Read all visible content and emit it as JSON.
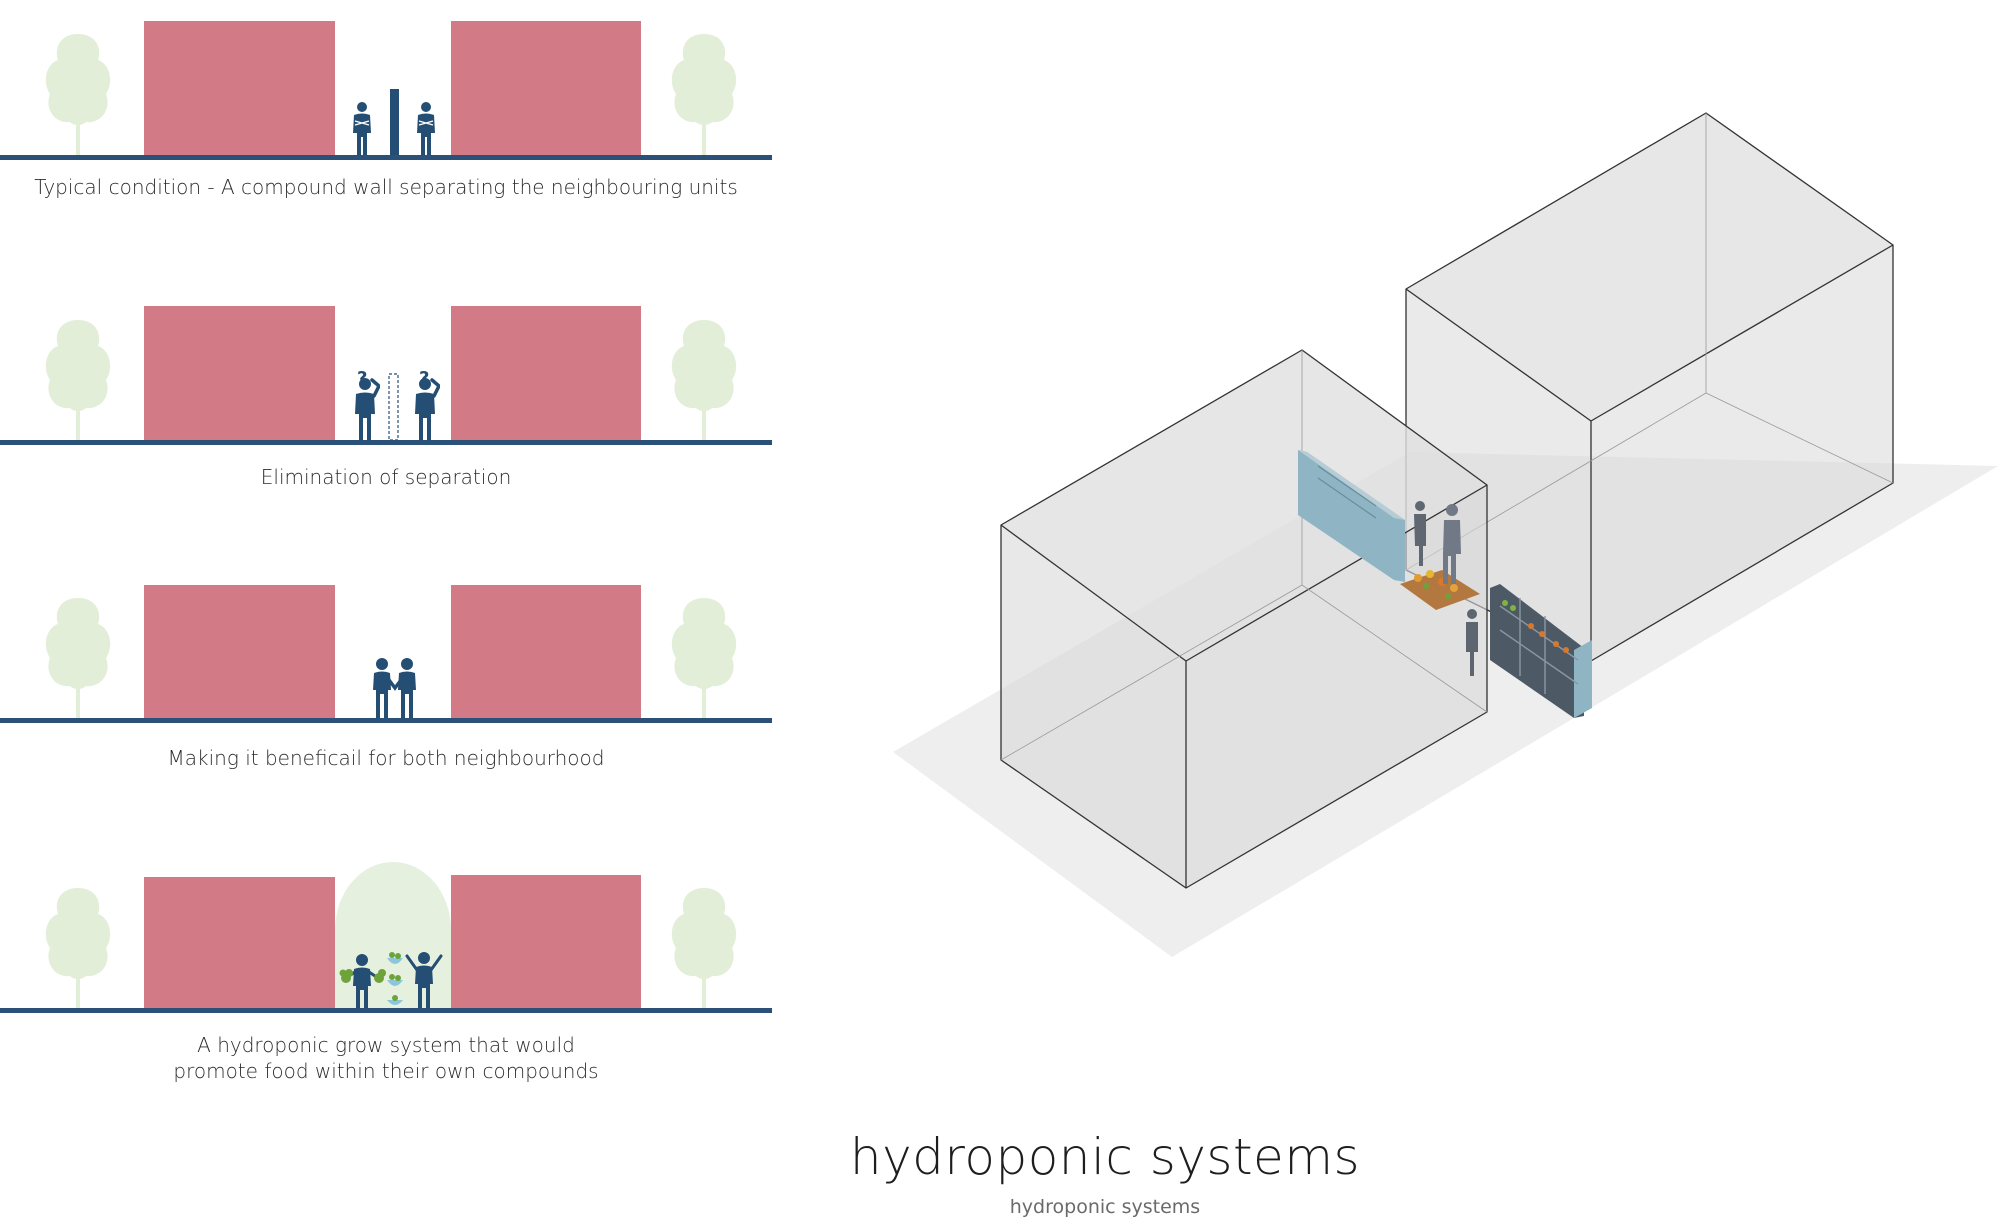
{
  "panels": [
    {
      "id": "typical",
      "caption_lines": [
        "Typical condition - A compound wall separating the neighbouring units"
      ]
    },
    {
      "id": "elimination",
      "caption_lines": [
        "Elimination of separation"
      ]
    },
    {
      "id": "beneficial",
      "caption_lines": [
        "Making it beneficail for both neighbourhood"
      ]
    },
    {
      "id": "hydroponic",
      "caption_lines": [
        "A hydroponic grow system that would",
        "promote food within their own compounds"
      ]
    }
  ],
  "question_mark": "?",
  "title": "hydroponic systems",
  "subtitle": "hydroponic systems",
  "colors": {
    "building": "#d27b86",
    "ground": "#2b5178",
    "tree": "#e3eed9",
    "figure": "#244e74",
    "dome": "#e6f0df",
    "planter_blue": "#8fb4c4",
    "plant_green": "#6ea33b",
    "bowl_blue": "#8cc6dd",
    "box_stroke": "#333333",
    "box_fill": "#d9d9d9",
    "floor": "#eeeeee"
  },
  "icons": [
    "tree-icon",
    "person-icon",
    "question-mark-icon",
    "handshake-icon",
    "plant-icon",
    "wall-icon"
  ]
}
